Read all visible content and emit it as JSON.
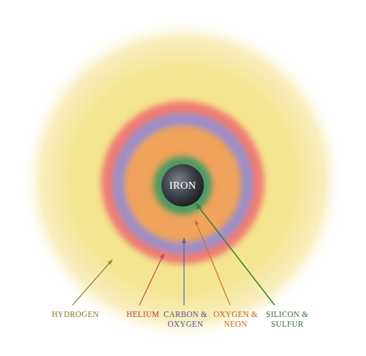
{
  "diagram": {
    "nodes": [
      {
        "text": [
          "IRON"
        ]
      }
    ],
    "labels": [
      "HYDROGEN",
      "HELIUM",
      "CARBON & OXYGEN",
      "OXYGEN & NEON",
      "SILICON & SULFUR"
    ]
  }
}
